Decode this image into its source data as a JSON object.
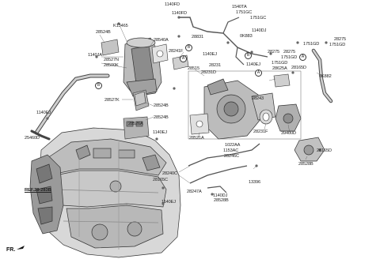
{
  "labels": {
    "l1140FD_top": "1140FD",
    "l1540TA": "1540TA",
    "l1751GC_a": "1751GC",
    "l1751GC_b": "1751GC",
    "l1140FD_mid": "1140FD",
    "l1140DJ_a": "1140DJ",
    "l28831": "28831",
    "l0K883": "0K883",
    "l1140EJ_a": "1140EJ",
    "l28275_a": "28275",
    "l1751GD_a": "1751GD",
    "l28275_b": "28275",
    "l1751GD_b": "1751GD",
    "l28275_c": "28275",
    "l1751GD_c": "1751GD",
    "l1751GD_d": "1751GD",
    "l1140EJ_b": "1140EJ",
    "l28625A": "28625A",
    "l28165D_a": "28165D",
    "l0K882": "0K882",
    "l28524B_a": "28524B",
    "lK13465": "K13465",
    "l28540A": "28540A",
    "l1140JA": "1140JA",
    "l28527N": "28527N",
    "l28500K": "28500K",
    "l28241F": "28241F",
    "l28515": "28515",
    "l28231": "28231",
    "l28231D": "28231D",
    "l28527K": "28527K",
    "l28524B_b": "28524B",
    "l28524B_c": "28524B",
    "l28243": "28243",
    "l1140EJ_c": "1140EJ",
    "l28526A": "28526A",
    "l28231F": "28231F",
    "l39400D": "39400D",
    "l1140EJ_d": "1140EJ",
    "l25460D": "25460D",
    "l28521A": "28521A",
    "l1022AA": "1022AA",
    "l1153AC": "1153AC",
    "l28246C": "28246C",
    "l28165D_b": "28165D",
    "l28528B_a": "28528B",
    "l28240C": "28240C",
    "l28165C": "28165C",
    "l13396": "13396",
    "lREF": "REF.28-283B",
    "l28247A": "28247A",
    "l1140DJ_b": "1140DJ",
    "l28528B_b": "28528B",
    "l1140EJ_e": "1140EJ"
  },
  "callouts": {
    "a1": "A",
    "a2": "A",
    "a3": "A",
    "b1": "B",
    "b2": "B",
    "b3": "B"
  },
  "direction": "FR."
}
